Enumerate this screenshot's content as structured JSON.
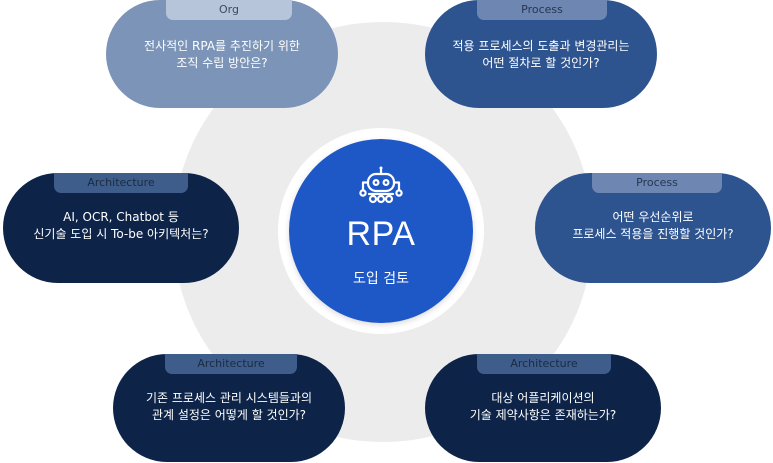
{
  "center": {
    "title": "RPA",
    "subtitle": "도입 검토",
    "icon": "robot-icon",
    "color": "#1e58c7"
  },
  "cards": [
    {
      "id": "org",
      "tag": "Org",
      "lines": [
        "전사적인 RPA를 추진하기 위한",
        "조직 수립 방안은?"
      ],
      "color": "#7b94b7"
    },
    {
      "id": "process-1",
      "tag": "Process",
      "lines": [
        "적용 프로세스의 도출과 변경관리는",
        "어떤 절차로 할 것인가?"
      ],
      "color": "#2e5490"
    },
    {
      "id": "architecture-1",
      "tag": "Architecture",
      "lines": [
        "AI, OCR, Chatbot 등",
        "신기술 도입 시 To-be 아키텍처는?"
      ],
      "color": "#0d2448"
    },
    {
      "id": "process-2",
      "tag": "Process",
      "lines": [
        "어떤 우선순위로",
        "프로세스 적용을 진행할 것인가?"
      ],
      "color": "#2e5490"
    },
    {
      "id": "architecture-2",
      "tag": "Architecture",
      "lines": [
        "기존 프로세스 관리 시스템들과의",
        "관계 설정은 어떻게 할 것인가?"
      ],
      "color": "#0d2448"
    },
    {
      "id": "architecture-3",
      "tag": "Architecture",
      "lines": [
        "대상 어플리케이션의",
        "기술 제약사항은 존재하는가?"
      ],
      "color": "#0d2448"
    }
  ]
}
